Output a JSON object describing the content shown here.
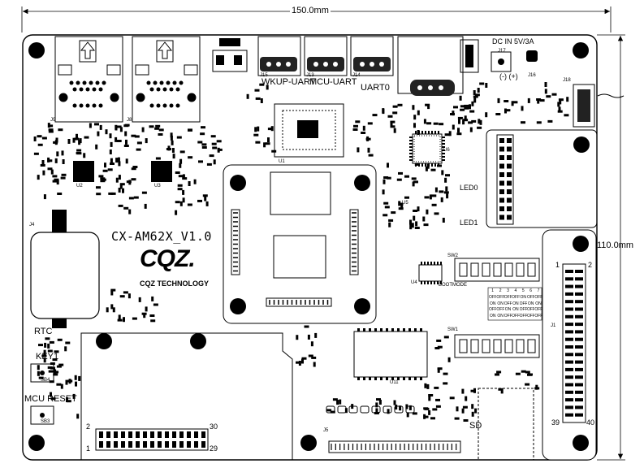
{
  "dimensions": {
    "width_label": "150.0mm",
    "height_label": "110.0mm"
  },
  "board": {
    "title": "CX-AM62X_V1.0",
    "logo_text": "CQZ.",
    "company": "CQZ TECHNOLOGY",
    "outline_color": "#000000"
  },
  "connectors": {
    "wkup_uart": "WKUP-UART",
    "mcu_uart": "MCU-UART",
    "uart0": "UART0",
    "dc_in": "DC IN 5V/3A",
    "polarity": "(-) (+)",
    "rtc": "RTC",
    "key1": "KEY1",
    "mcu_reset": "MCU RESET",
    "sd": "SD",
    "led0": "LED0",
    "led1": "LED1"
  },
  "header_j1": {
    "pin_top_left": "1",
    "pin_top_right": "2",
    "pin_bottom_left": "39",
    "pin_bottom_right": "40"
  },
  "header_j8": {
    "pin_top_left": "2",
    "pin_top_right": "30",
    "pin_bottom_left": "1",
    "pin_bottom_right": "29"
  },
  "silkscreen": {
    "j9": "J9",
    "j8": "J8",
    "j4": "J4",
    "j1": "J1",
    "u1": "U1",
    "u2": "U2",
    "u3": "U3",
    "u4": "U4",
    "u5": "U5",
    "u6": "U6",
    "u11": "U11",
    "sw1": "SW1",
    "sw2": "SW2",
    "sb3": "SB3",
    "sb4": "SB4",
    "j5": "J5",
    "j13": "J13",
    "j14": "J14",
    "j15": "J15",
    "j16": "J16",
    "j17": "J17",
    "j18": "J18",
    "bootmode": "BOOTMODE"
  },
  "dip_table": {
    "header": [
      "1",
      "2",
      "3",
      "4",
      "5",
      "6",
      "7"
    ],
    "rows": [
      [
        "OFF",
        "OFF",
        "OFF",
        "OFF",
        "ON",
        "OFF",
        "OFF"
      ],
      [
        "ON",
        "ON",
        "OFF",
        "ON",
        "OFF",
        "ON",
        "ON"
      ],
      [
        "OFF",
        "OFF",
        "ON",
        "ON",
        "OFF",
        "OFF",
        "OFF"
      ],
      [
        "ON",
        "ON",
        "OFF",
        "OFF",
        "OFF",
        "OFF",
        "OFF"
      ]
    ]
  }
}
